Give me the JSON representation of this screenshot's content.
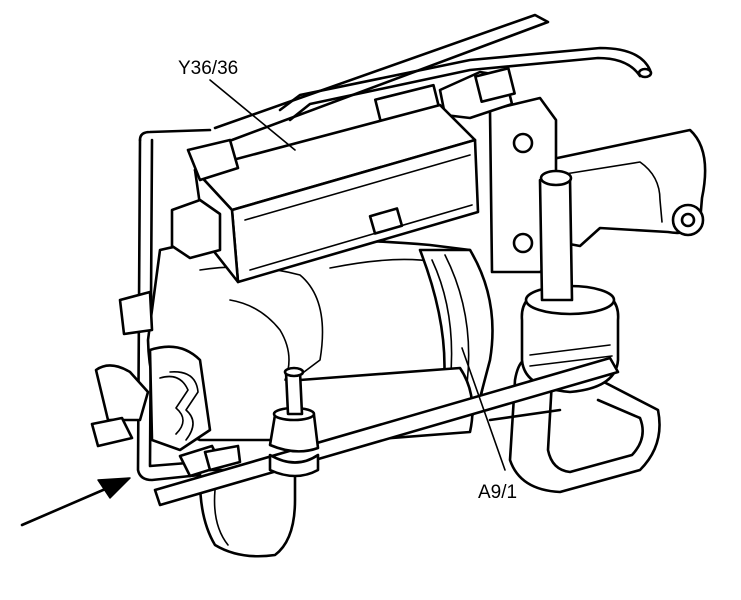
{
  "diagram": {
    "labels": {
      "valve_block": "Y36/36",
      "compressor": "A9/1"
    },
    "arrow": {
      "direction": "up-right"
    },
    "colors": {
      "line": "#000000",
      "background": "#ffffff"
    }
  }
}
